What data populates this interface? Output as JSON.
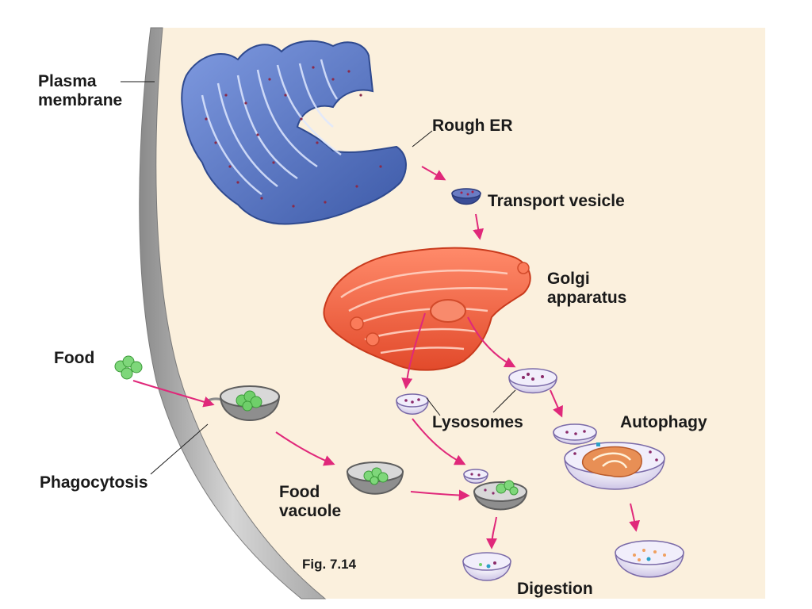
{
  "labels": {
    "plasma_membrane": [
      "Plasma",
      "membrane"
    ],
    "rough_er": "Rough ER",
    "transport_vesicle": "Transport vesicle",
    "golgi": [
      "Golgi",
      "apparatus"
    ],
    "food": "Food",
    "lysosomes": "Lysosomes",
    "autophagy": "Autophagy",
    "phagocytosis": "Phagocytosis",
    "food_vacuole": [
      "Food",
      "vacuole"
    ],
    "figure_number": "Fig. 7.14",
    "digestion": "Digestion"
  },
  "colors": {
    "cytoplasm": "#fbf0dd",
    "membrane": "#9e9e9e",
    "rough_er": "#5b79c4",
    "golgi": "#f2603f",
    "food": "#7ed77a",
    "vesicle": "#e8e2f4",
    "arrow": "#e0287a",
    "mitochondrion": "#e88f55"
  }
}
